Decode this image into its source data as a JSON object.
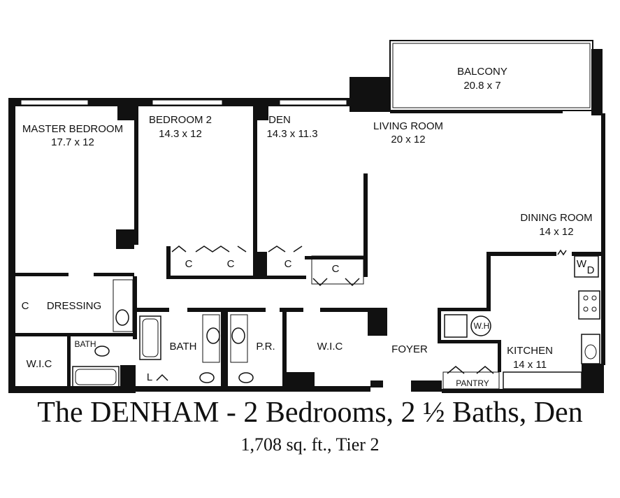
{
  "rooms": {
    "balcony": {
      "name": "BALCONY",
      "size": "20.8 x 7"
    },
    "master_bedroom": {
      "name": "MASTER BEDROOM",
      "size": "17.7 x 12"
    },
    "bedroom2": {
      "name": "BEDROOM 2",
      "size": "14.3 x 12"
    },
    "den": {
      "name": "DEN",
      "size": "14.3 x 11.3"
    },
    "living_room": {
      "name": "LIVING ROOM",
      "size": "20 x 12"
    },
    "dining_room": {
      "name": "DINING ROOM",
      "size": "14 x 12"
    },
    "kitchen": {
      "name": "KITCHEN",
      "size": "14 x 11"
    },
    "dressing": {
      "name": "DRESSING"
    },
    "wic_master": {
      "name": "W.I.C"
    },
    "wic_hall": {
      "name": "W.I.C"
    },
    "bath_master": {
      "name": "BATH"
    },
    "bath_hall": {
      "name": "BATH"
    },
    "powder_room": {
      "name": "P.R."
    },
    "foyer": {
      "name": "FOYER"
    },
    "pantry": {
      "name": "PANTRY"
    }
  },
  "fixtures": {
    "closet": "C",
    "linen": "L",
    "water_heater": "W.H",
    "washer": "W",
    "dryer": "D"
  },
  "title": "The DENHAM - 2 Bedrooms, 2 ½ Baths, Den",
  "subtitle": "1,708 sq. ft., Tier 2"
}
